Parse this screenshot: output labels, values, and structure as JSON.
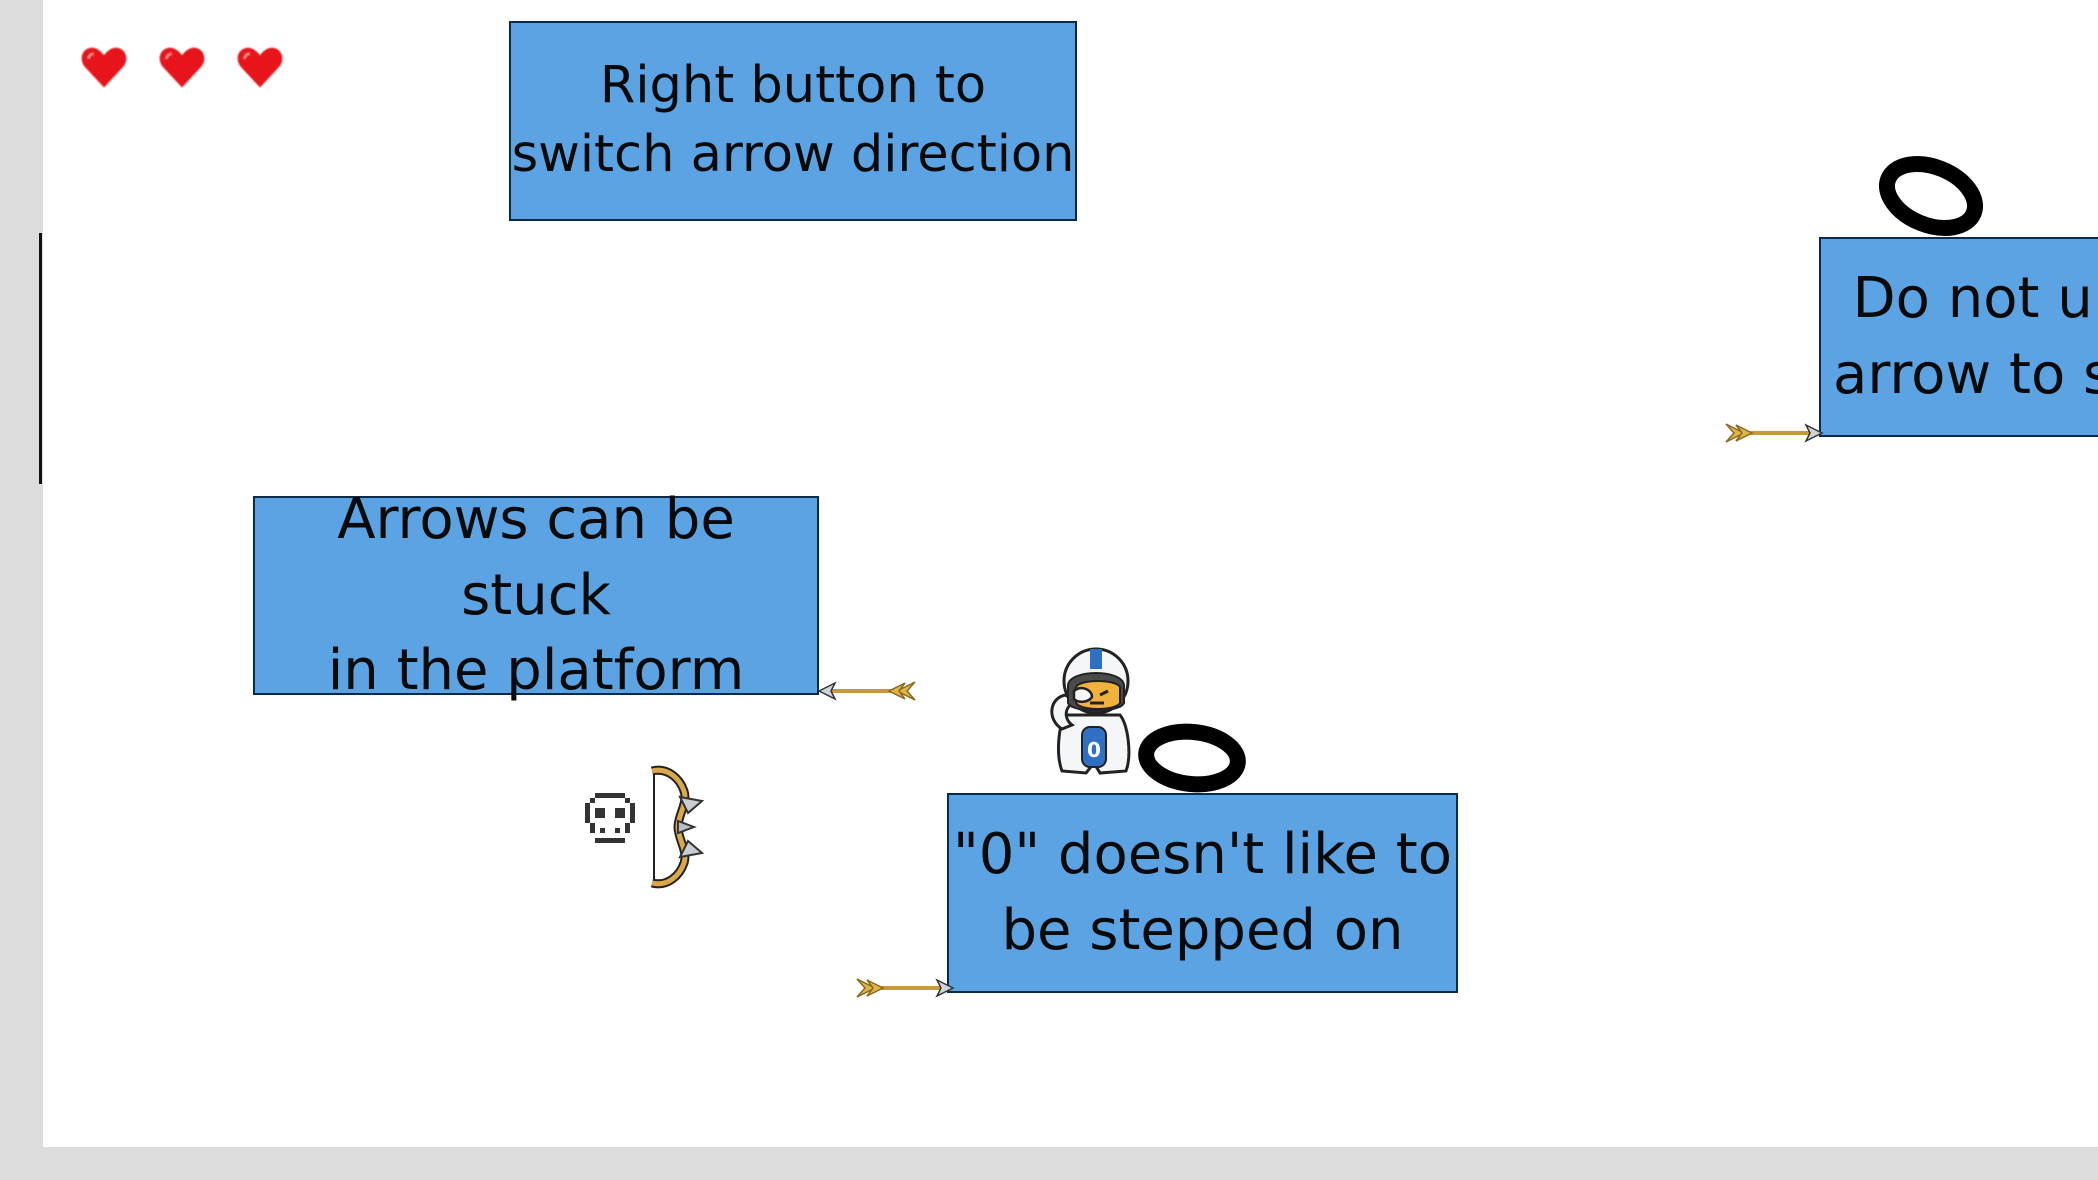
{
  "hud": {
    "hearts": 3,
    "heart_color": "#e8141c",
    "heart_icon": "heart-icon"
  },
  "platforms": [
    {
      "text": "Right button to\nswitch arrow direction"
    },
    {
      "text": "Arrows can be stuck\nin the platform"
    },
    {
      "text": "\"0\" doesn't like to\nbe stepped on"
    },
    {
      "text": "Do not u\narrow to s"
    }
  ],
  "colors": {
    "platform_fill": "#5ba3e3",
    "platform_border": "#0c2a4a",
    "background": "#ffffff",
    "frame": "#dcdcdc",
    "arrow_shaft": "#c79a3a",
    "ring": "#000000"
  },
  "sprites": {
    "enemy": "zero-ring-enemy",
    "player": "astronaut-player",
    "weapon": "bow-icon",
    "skull": "skull-icon",
    "arrow": "arrow-icon",
    "player_badge": "0"
  }
}
